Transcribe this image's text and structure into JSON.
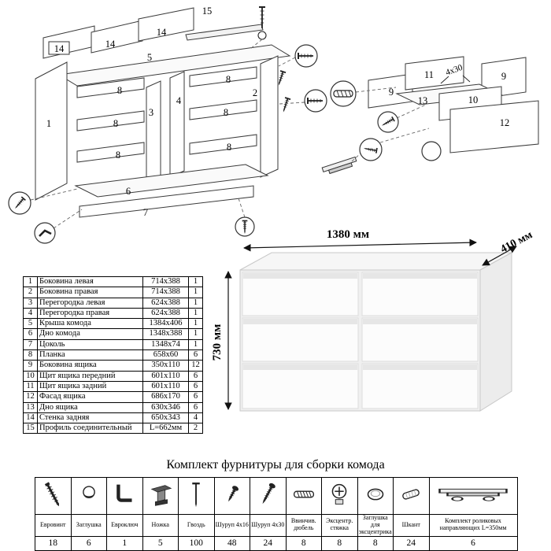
{
  "parts_table": {
    "rows": [
      [
        "1",
        "Боковина левая",
        "714x388",
        "1"
      ],
      [
        "2",
        "Боковина правая",
        "714x388",
        "1"
      ],
      [
        "3",
        "Перегородка левая",
        "624x388",
        "1"
      ],
      [
        "4",
        "Перегородка правая",
        "624x388",
        "1"
      ],
      [
        "5",
        "Крыша комода",
        "1384x406",
        "1"
      ],
      [
        "6",
        "Дно комода",
        "1348x388",
        "1"
      ],
      [
        "7",
        "Цоколь",
        "1348x74",
        "1"
      ],
      [
        "8",
        "Планка",
        "658x60",
        "6"
      ],
      [
        "9",
        "Боковина ящика",
        "350x110",
        "12"
      ],
      [
        "10",
        "Щит ящика передний",
        "601x110",
        "6"
      ],
      [
        "11",
        "Щит ящика задний",
        "601x110",
        "6"
      ],
      [
        "12",
        "Фасад ящика",
        "686x170",
        "6"
      ],
      [
        "13",
        "Дно ящика",
        "630x346",
        "6"
      ],
      [
        "14",
        "Стенка задняя",
        "650x343",
        "4"
      ],
      [
        "15",
        "Профиль соединительный",
        "L=662мм",
        "2"
      ]
    ]
  },
  "dimensions": {
    "width": "1380 мм",
    "depth": "410 мм",
    "height": "730 мм"
  },
  "diagram": {
    "labels": {
      "profile15": "15",
      "back14a": "14",
      "back14b": "14",
      "back14c": "14",
      "top5": "5",
      "side1": "1",
      "partition3": "3",
      "partition4": "4",
      "side2": "2",
      "plank8a": "8",
      "plank8b": "8",
      "plank8c": "8",
      "plank8d": "8",
      "plank8e": "8",
      "plank8f": "8",
      "bottom6": "6",
      "plinth7": "7",
      "drawer_back11": "11",
      "drawer_side9_left": "9",
      "drawer_side9_right": "9",
      "drawer_front10": "10",
      "drawer_bottom13": "13",
      "facade12": "12",
      "screw_note": "4x30"
    }
  },
  "hardware": {
    "title": "Комплект фурнитуры для сборки комода",
    "items": [
      {
        "name": "Евровинт",
        "qty": "18",
        "icon": "confirmat-screw-icon"
      },
      {
        "name": "Заглушка",
        "qty": "6",
        "icon": "cap-icon"
      },
      {
        "name": "Евроключ",
        "qty": "1",
        "icon": "hex-key-icon"
      },
      {
        "name": "Ножка",
        "qty": "5",
        "icon": "leg-icon"
      },
      {
        "name": "Гвоздь",
        "qty": "100",
        "icon": "nail-icon"
      },
      {
        "name": "Шуруп 4x16",
        "qty": "48",
        "icon": "screw-small-icon"
      },
      {
        "name": "Шуруп 4x30",
        "qty": "24",
        "icon": "screw-long-icon"
      },
      {
        "name": "Ввинчив. дюбель",
        "qty": "8",
        "icon": "dowel-screw-icon"
      },
      {
        "name": "Эксцентр. стяжка",
        "qty": "8",
        "icon": "cam-lock-icon"
      },
      {
        "name": "Заглушка для эксцентрика",
        "qty": "8",
        "icon": "cam-cap-icon"
      },
      {
        "name": "Шкант",
        "qty": "24",
        "icon": "wooden-dowel-icon"
      },
      {
        "name": "Комплект роликовых направляющих L=350мм",
        "qty": "6",
        "icon": "drawer-slide-icon"
      }
    ]
  }
}
